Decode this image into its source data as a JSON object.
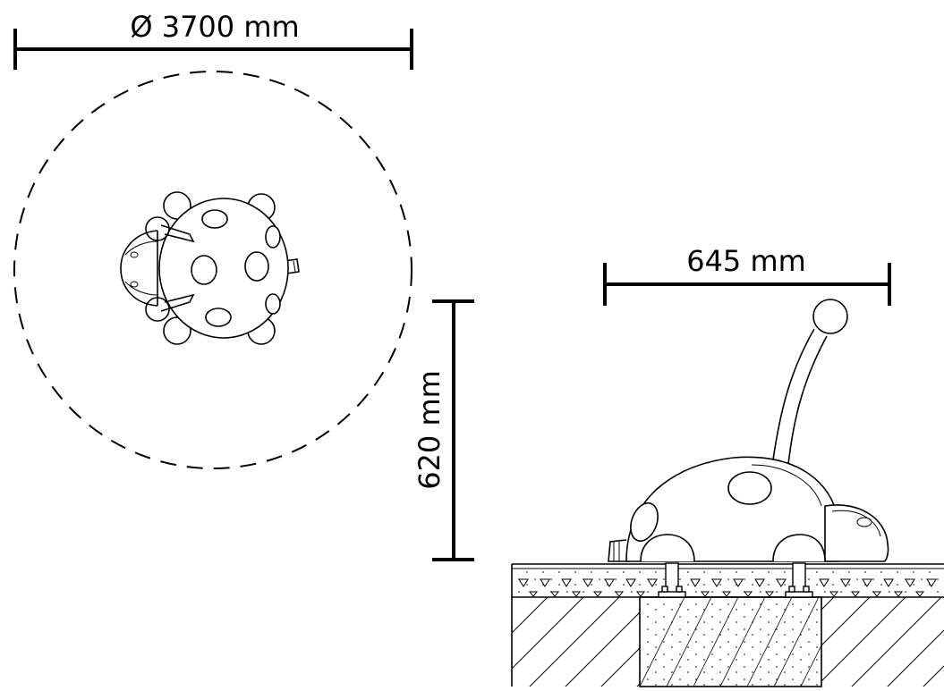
{
  "dimensions": {
    "diameter_label": "Ø 3700 mm",
    "width_label": "645 mm",
    "height_label": "620 mm"
  },
  "colors": {
    "line": "#000000",
    "background": "#ffffff"
  }
}
